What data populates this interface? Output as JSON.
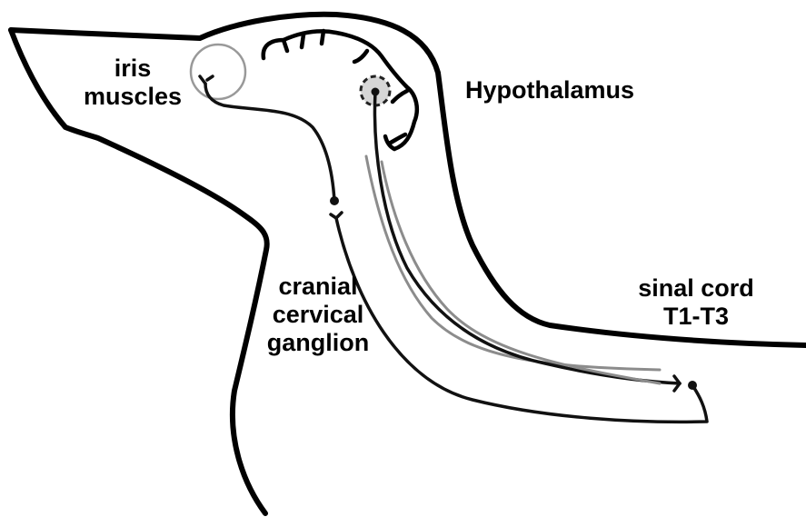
{
  "labels": {
    "iris_muscles": [
      "iris",
      "muscles"
    ],
    "hypothalamus": "Hypothalamus",
    "cranial_cervical_ganglion": [
      "cranial",
      "cervical",
      "ganglion"
    ],
    "spinal_cord": [
      "sinal cord",
      "T1-T3"
    ]
  },
  "colors": {
    "outline": "#000000",
    "nerve_black": "#111111",
    "nerve_gray": "#8c8c8c",
    "eye_gray": "#999999",
    "nucleus_fill": "#d6d6d6",
    "background": "#ffffff"
  }
}
